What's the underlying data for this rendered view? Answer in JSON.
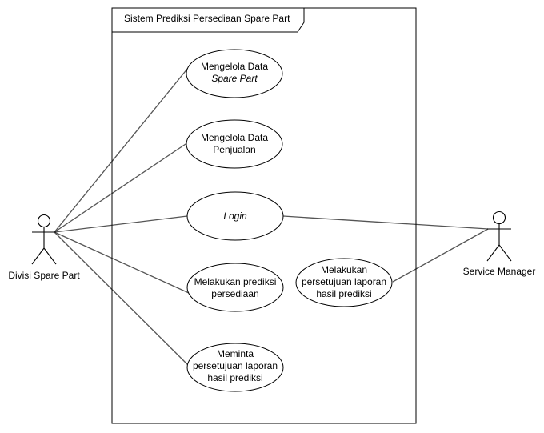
{
  "system": {
    "title": "Sistem Prediksi Persediaan Spare Part"
  },
  "actors": {
    "divisi": {
      "name": "Divisi Spare Part"
    },
    "manager": {
      "name": "Service Manager"
    }
  },
  "use_cases": {
    "kelola_sparepart": {
      "line1": "Mengelola Data",
      "line2": "Spare Part"
    },
    "kelola_penjualan": {
      "line1": "Mengelola Data",
      "line2": "Penjualan"
    },
    "login": {
      "line1": "Login"
    },
    "prediksi": {
      "line1": "Melakukan prediksi",
      "line2": "persediaan"
    },
    "minta_persetujuan": {
      "line1": "Meminta",
      "line2": "persetujuan laporan",
      "line3": "hasil prediksi"
    },
    "lakukan_persetujuan": {
      "line1": "Melakukan",
      "line2": "persetujuan laporan",
      "line3": "hasil prediksi"
    }
  },
  "colors": {
    "stroke": "#000000",
    "association": "#555555",
    "background": "#ffffff"
  }
}
